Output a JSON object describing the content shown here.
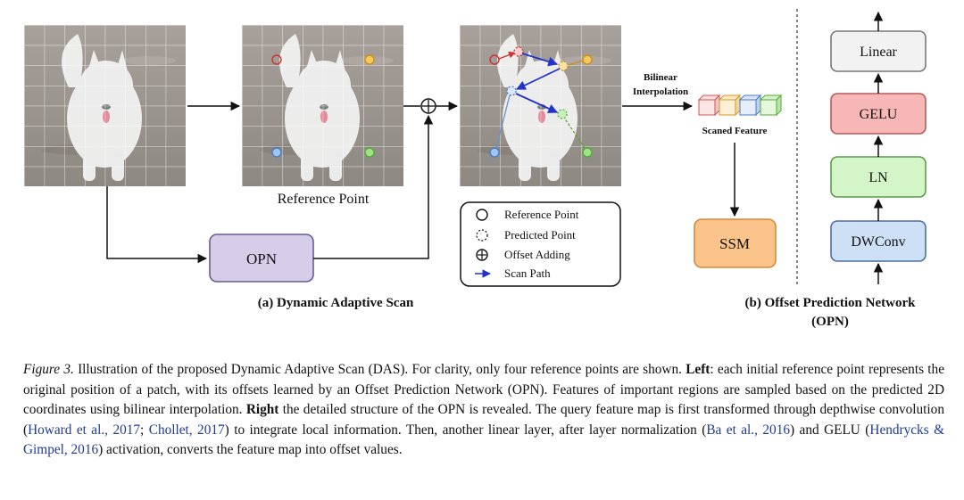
{
  "panel_a": {
    "reference_point_label": "Reference Point",
    "opn_box": "OPN",
    "bilinear_line1": "Bilinear",
    "bilinear_line2": "Interpolation",
    "scaned_feature_label": "Scaned Feature",
    "ssm_box": "SSM",
    "legend": {
      "reference_point": "Reference Point",
      "predicted_point": "Predicted Point",
      "offset_adding": "Offset Adding",
      "scan_path": "Scan Path"
    },
    "title": "(a) Dynamic Adaptive Scan"
  },
  "panel_b": {
    "blocks": [
      "Linear",
      "GELU",
      "LN",
      "DWConv"
    ],
    "title_line1": "(b) Offset Prediction Network",
    "title_line2": "(OPN)"
  },
  "colors": {
    "opn_fill": "#d6cde8",
    "ssm_fill": "#f9c389",
    "linear_fill": "#f2f2f2",
    "gelu_fill": "#f7b7b7",
    "ln_fill": "#d4f5c8",
    "dwconv_fill": "#cde0f5",
    "scan_path": "#2233cc",
    "citation": "#1f3a93"
  },
  "caption": {
    "fig_label": "Figure 3.",
    "text1": " Illustration of the proposed Dynamic Adaptive Scan (DAS). For clarity, only four reference points are shown. ",
    "left_bold": "Left",
    "text2": ": each initial reference point represents the original position of a patch, with its offsets learned by an Offset Prediction Network (OPN). Features of important regions are sampled based on the predicted 2D coordinates using bilinear interpolation. ",
    "right_bold": "Right",
    "text3": " the detailed structure of the OPN is revealed. The query feature map is first transformed through depthwise convolution (",
    "cite1": "Howard et al., 2017",
    "sep1": "; ",
    "cite2": "Chollet, 2017",
    "text4": ") to integrate local information. Then, another linear layer, after layer normalization (",
    "cite3": "Ba et al., 2016",
    "text5": ") and GELU (",
    "cite4": "Hendrycks & Gimpel, 2016",
    "text6": ") activation, converts the feature map into offset values."
  }
}
